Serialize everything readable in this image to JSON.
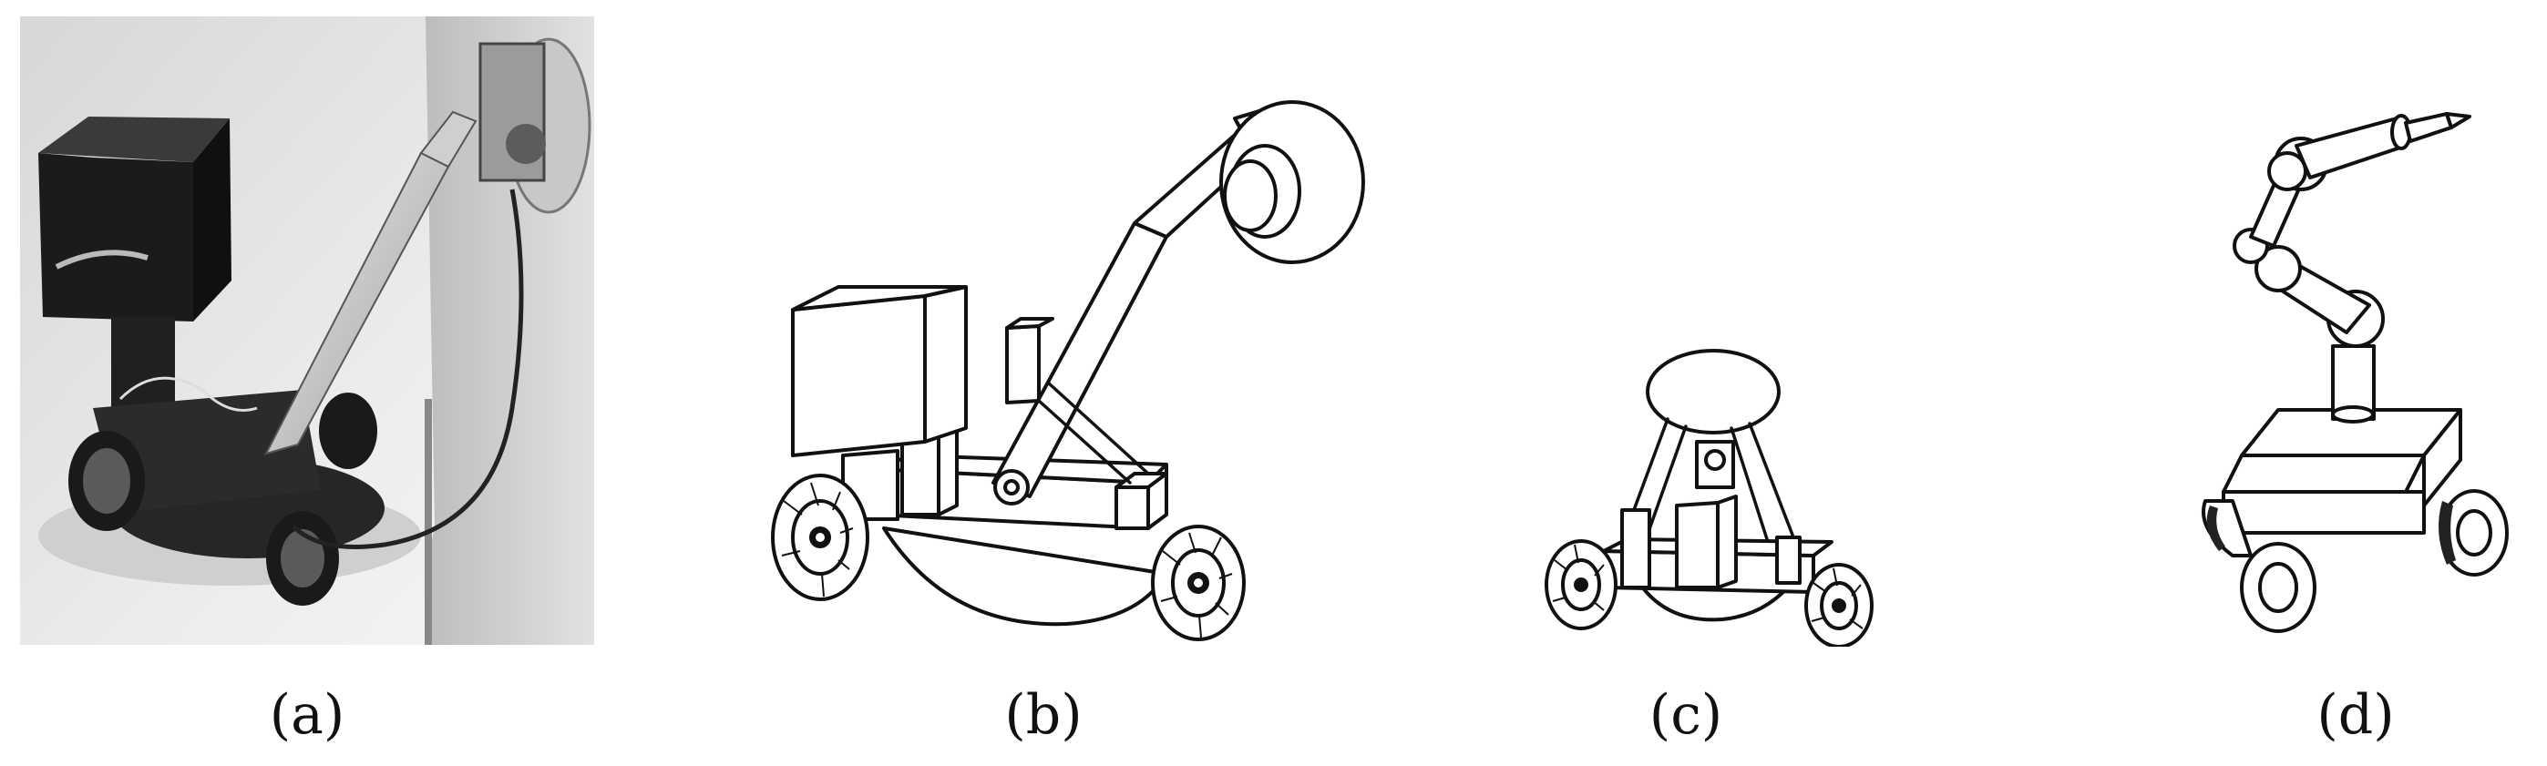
{
  "figure": {
    "panels": [
      {
        "id": "a",
        "caption": "(a)",
        "content": "photo"
      },
      {
        "id": "b",
        "caption": "(b)",
        "content": "drawing"
      },
      {
        "id": "c",
        "caption": "(c)",
        "content": "drawing"
      },
      {
        "id": "d",
        "caption": "(d)",
        "content": "drawing"
      }
    ]
  }
}
